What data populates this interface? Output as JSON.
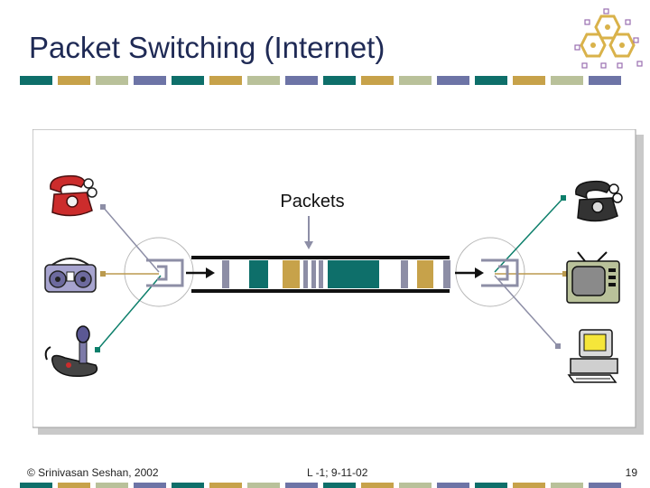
{
  "title": "Packet Switching (Internet)",
  "diagram": {
    "packets_label": "Packets"
  },
  "footer": {
    "author": "© Srinivasan Seshan, 2002",
    "lecture": "L -1; 9-11-02",
    "page": "19"
  },
  "colors": {
    "teal": "#0e6f6a",
    "gold": "#c7a24a",
    "sage": "#b9c19a",
    "slate": "#6d74a6",
    "title": "#1f2a55",
    "link_gray": "#8d8ea6",
    "link_teal": "#0d7f6b",
    "link_gold": "#bb9a4e"
  },
  "icons": [
    "telephone-icon",
    "boombox-icon",
    "joystick-icon",
    "telephone-icon",
    "television-icon",
    "computer-icon",
    "network-logo-icon"
  ]
}
